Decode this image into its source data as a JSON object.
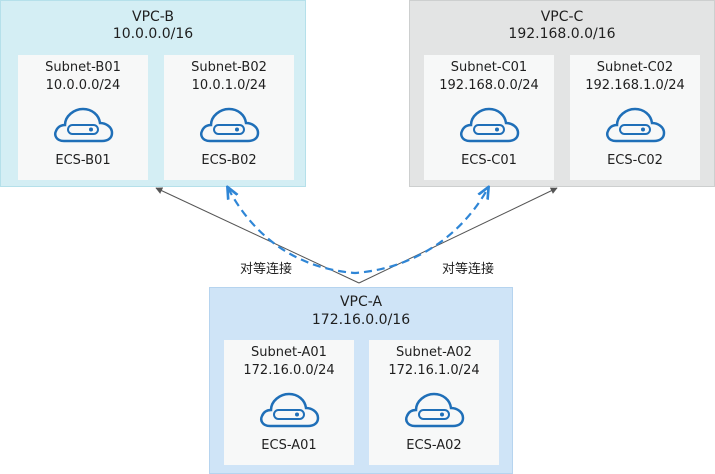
{
  "vpcs": {
    "b": {
      "name": "VPC-B",
      "cidr": "10.0.0.0/16",
      "subnets": [
        {
          "name": "Subnet-B01",
          "cidr": "10.0.0.0/24",
          "ecs": "ECS-B01"
        },
        {
          "name": "Subnet-B02",
          "cidr": "10.0.1.0/24",
          "ecs": "ECS-B02"
        }
      ]
    },
    "c": {
      "name": "VPC-C",
      "cidr": "192.168.0.0/16",
      "subnets": [
        {
          "name": "Subnet-C01",
          "cidr": "192.168.0.0/24",
          "ecs": "ECS-C01"
        },
        {
          "name": "Subnet-C02",
          "cidr": "192.168.1.0/24",
          "ecs": "ECS-C02"
        }
      ]
    },
    "a": {
      "name": "VPC-A",
      "cidr": "172.16.0.0/16",
      "subnets": [
        {
          "name": "Subnet-A01",
          "cidr": "172.16.0.0/24",
          "ecs": "ECS-A01"
        },
        {
          "name": "Subnet-A02",
          "cidr": "172.16.1.0/24",
          "ecs": "ECS-A02"
        }
      ]
    }
  },
  "peering": {
    "left_label": "对等连接",
    "right_label": "对等连接"
  },
  "colors": {
    "vpc_b_fill": "#d4eef4",
    "vpc_c_fill": "#e3e4e4",
    "vpc_a_fill": "#cfe4f7",
    "subnet_fill": "#f7f8f8",
    "cloud_icon": "#1f6fb8",
    "dashed_route": "#2f86d6",
    "peering_line": "#555555"
  },
  "icons": {
    "ecs": "cloud-server-icon"
  }
}
